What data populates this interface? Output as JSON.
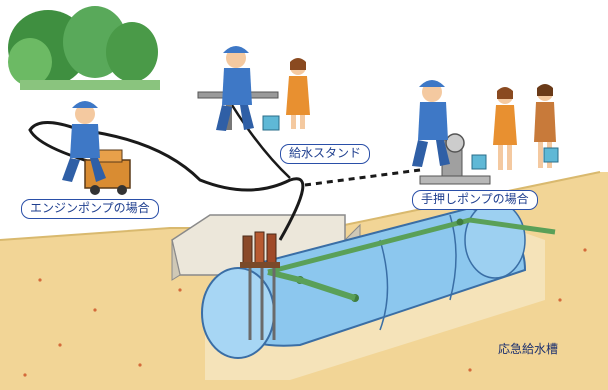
{
  "labels": {
    "engine_pump": "エンジンポンプの場合",
    "water_stand": "給水スタンド",
    "hand_pump": "手押しポンプの場合",
    "tank": "応急給水槽"
  },
  "colors": {
    "ground": "#f2d596",
    "tank": "#8cc7ee",
    "pipe": "#5aa058",
    "uniform": "#3e78c6",
    "trees": "#4fa04e",
    "label_border": "#2a4fa8"
  }
}
